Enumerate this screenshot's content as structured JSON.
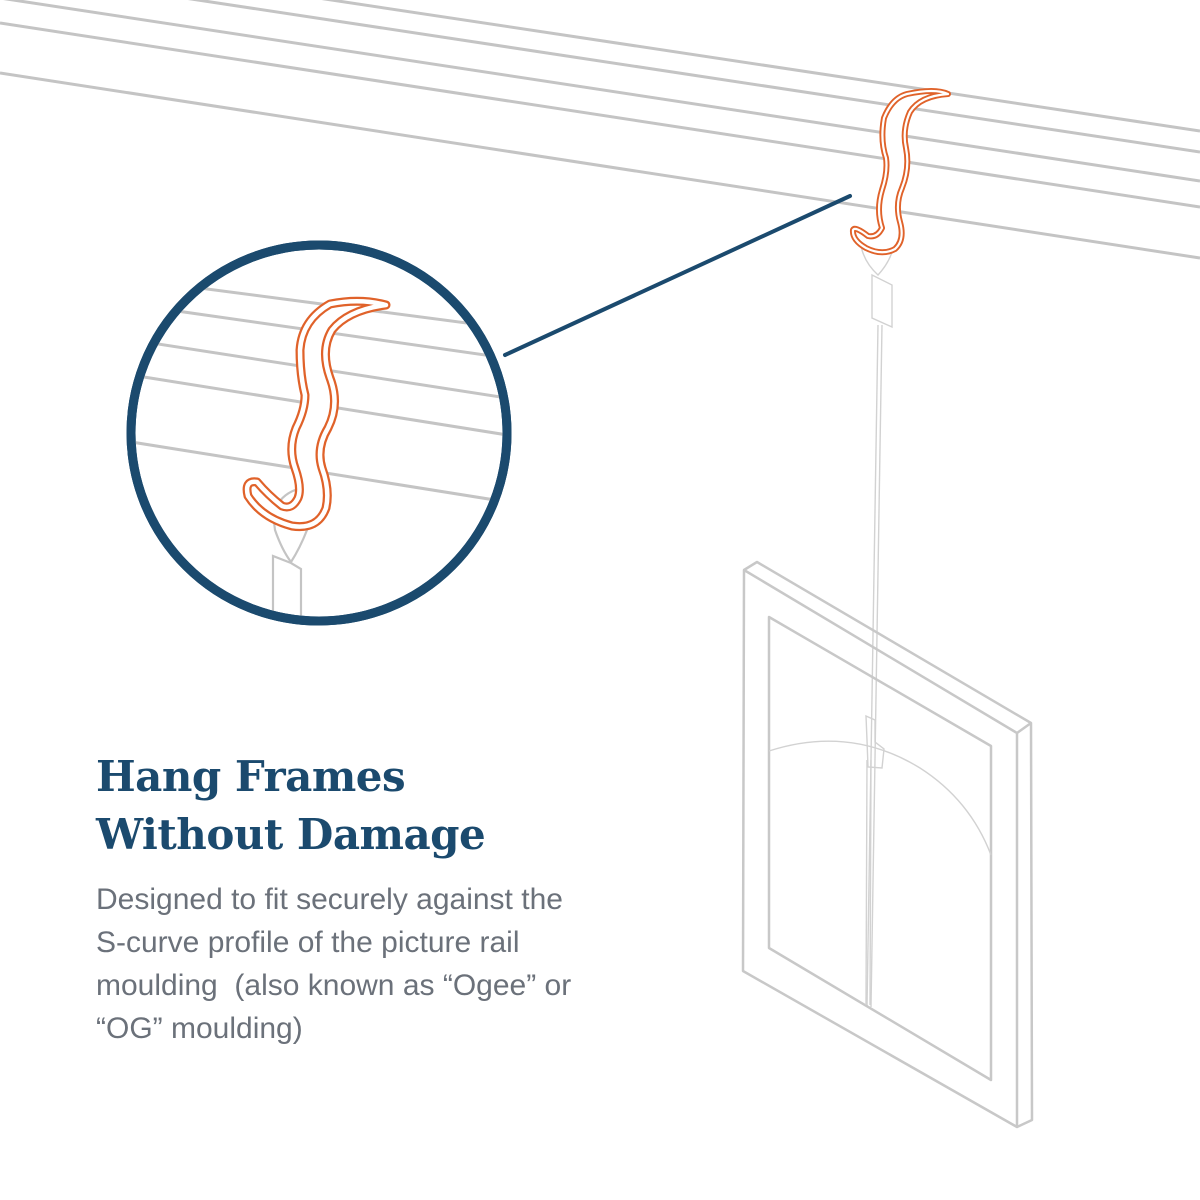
{
  "illustration": {
    "subject": "picture-rail-hook-hanging-frame",
    "colors": {
      "accent_blue": "#1b4a6e",
      "hook_orange": "#e0622a",
      "line_gray": "#c4c4c4",
      "body_text_gray": "#6b717a",
      "background": "#ffffff"
    }
  },
  "text": {
    "headline": {
      "line1": "Hang Frames",
      "line2": "Without Damage"
    },
    "body": {
      "line1": "Designed to fit securely against the",
      "line2": "S-curve profile of the picture rail",
      "line3": "moulding  (also known as “Ogee” or",
      "line4": "“OG” moulding)"
    }
  }
}
